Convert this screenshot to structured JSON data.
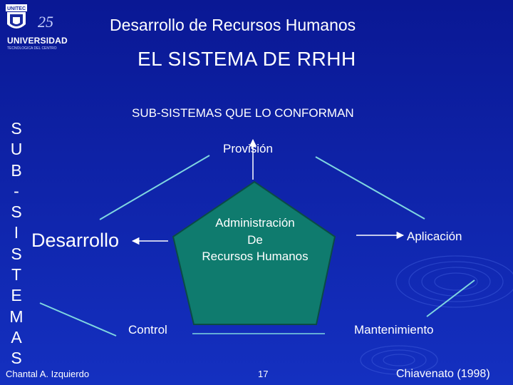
{
  "colors": {
    "background_top": "#0a1894",
    "background_bottom": "#1430c0",
    "pentagon_fill": "#0f7b6e",
    "line_color": "#ffffff",
    "connector_color": "#7fd6e0"
  },
  "logo": {
    "icon": "unitec-universidad-logo",
    "text": "UNIVERSIDAD",
    "subtext": "TECNOLOGICA DEL CENTRO"
  },
  "header": {
    "title": "Desarrollo de Recursos Humanos",
    "subtitle": "EL SISTEMA DE RRHH"
  },
  "diagram": {
    "heading": "SUB-SISTEMAS QUE LO CONFORMAN",
    "center_line1": "Administración",
    "center_line2": "De",
    "center_line3": "Recursos Humanos",
    "provision": "Provisión",
    "aplicacion": "Aplicación",
    "mantenimiento": "Mantenimiento",
    "control": "Control",
    "desarrollo": "Desarrollo"
  },
  "side_letters": [
    "S",
    "U",
    "B",
    "-",
    "S",
    "I",
    "S",
    "T",
    "E",
    "M",
    "A",
    "S"
  ],
  "footer": {
    "author": "Chantal A. Izquierdo",
    "page": "17",
    "citation": "Chiavenato (1998)"
  }
}
